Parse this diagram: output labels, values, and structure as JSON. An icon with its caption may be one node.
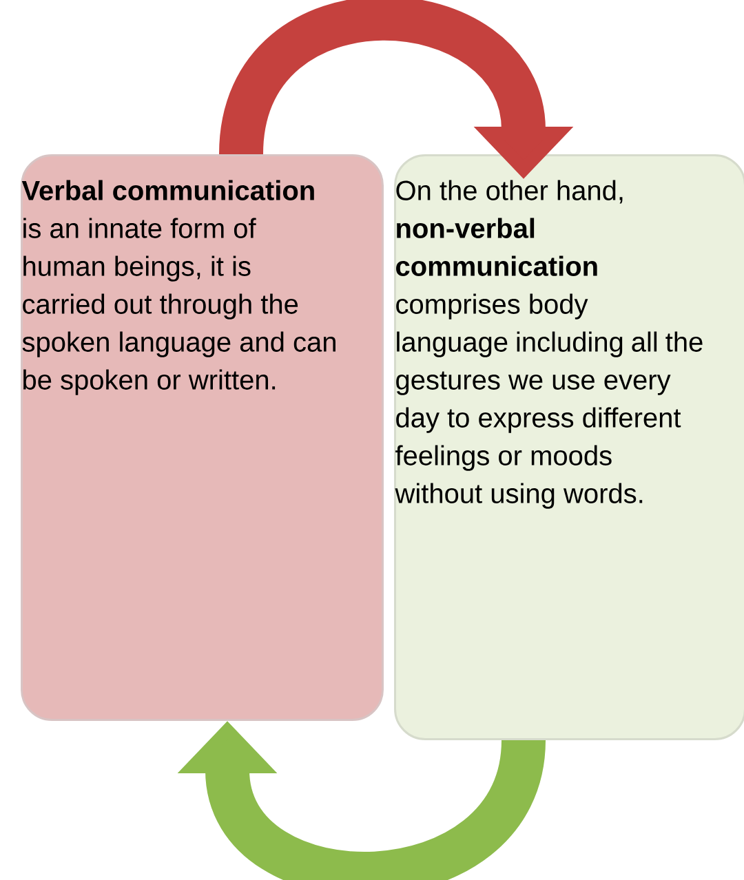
{
  "diagram": {
    "nodes": [
      {
        "text": [
          "**Verbal communication** is an innate form of human beings, it is carried out through the spoken language and can be spoken or written."
        ]
      },
      {
        "text": [
          "On the other hand, **non-verbal communication** comprises body language including all the gestures we use every day to express different feelings or moods without using words."
        ]
      }
    ],
    "edges": [
      {
        "from": 0,
        "to": 1,
        "arrow": "to",
        "color": "#c5413e"
      },
      {
        "from": 1,
        "to": 0,
        "arrow": "to",
        "color": "#8dbb4c"
      }
    ]
  }
}
